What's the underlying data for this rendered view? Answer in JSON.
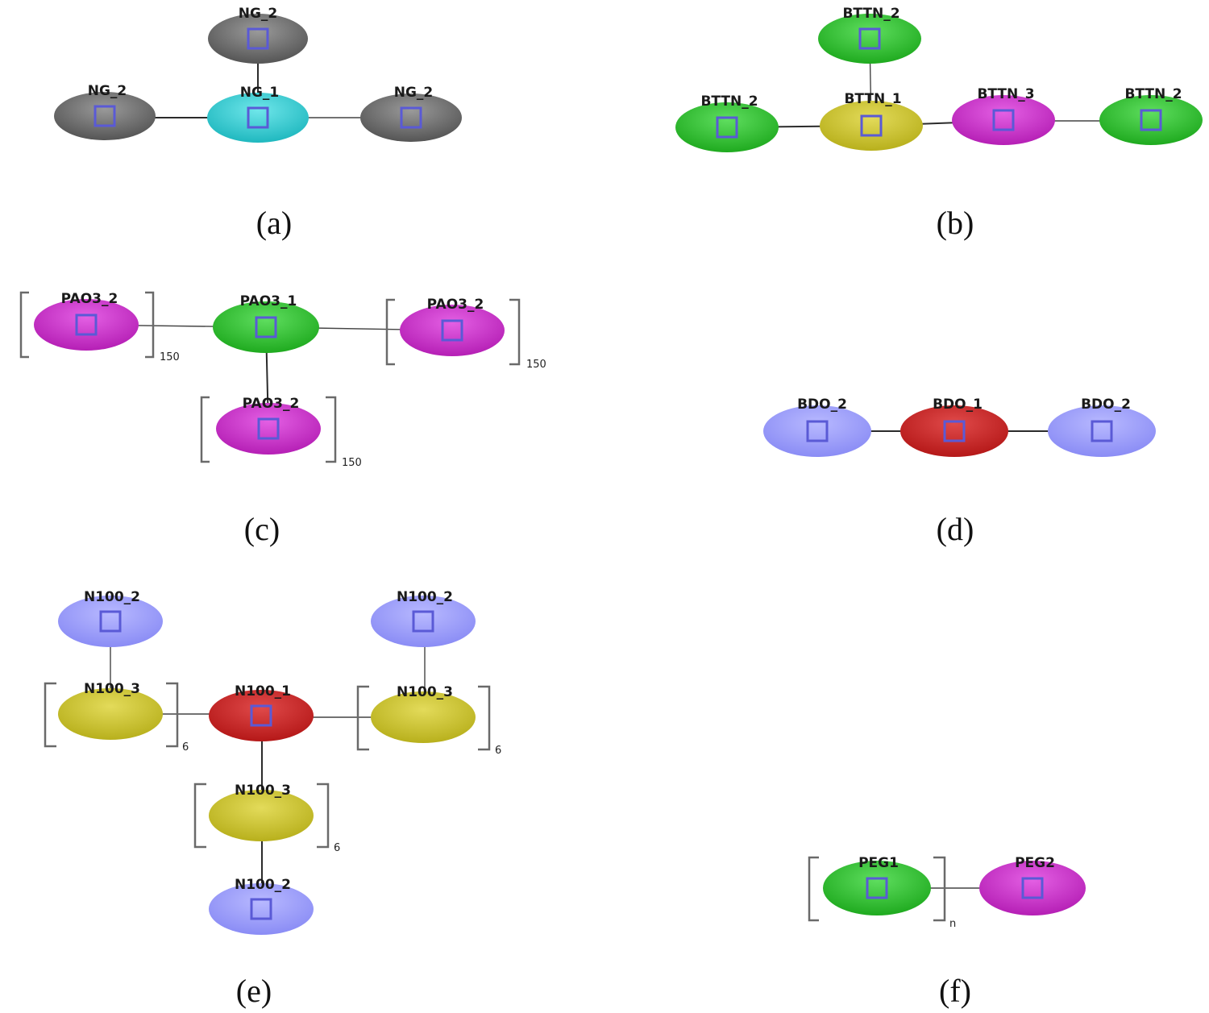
{
  "colors": {
    "gray": "#555555",
    "cyan": "#1fb8bf",
    "green": "#1faa1f",
    "yellow": "#b8b01c",
    "magenta": "#b51fb5",
    "blue": "#8a8cf5",
    "red": "#b51818",
    "bead_box": "#5a5ad6"
  },
  "panels": [
    {
      "caption": "(a)",
      "beads": [
        {
          "id": "a1",
          "label": "NG_2",
          "color": "gray"
        },
        {
          "id": "a2",
          "label": "NG_2",
          "color": "gray"
        },
        {
          "id": "a3",
          "label": "NG_1",
          "color": "cyan"
        },
        {
          "id": "a4",
          "label": "NG_2",
          "color": "gray"
        }
      ]
    },
    {
      "caption": "(b)",
      "beads": [
        {
          "id": "b1",
          "label": "BTTN_2",
          "color": "green"
        },
        {
          "id": "b2",
          "label": "BTTN_2",
          "color": "green"
        },
        {
          "id": "b3",
          "label": "BTTN_1",
          "color": "yellow"
        },
        {
          "id": "b4",
          "label": "BTTN_3",
          "color": "magenta"
        },
        {
          "id": "b5",
          "label": "BTTN_2",
          "color": "green"
        }
      ]
    },
    {
      "caption": "(c)",
      "beads": [
        {
          "id": "c1",
          "label": "PAO3_2",
          "color": "magenta"
        },
        {
          "id": "c2",
          "label": "PAO3_1",
          "color": "green"
        },
        {
          "id": "c3",
          "label": "PAO3_2",
          "color": "magenta"
        },
        {
          "id": "c4",
          "label": "PAO3_2",
          "color": "magenta"
        }
      ],
      "repeat_counts": [
        "150",
        "150",
        "150"
      ]
    },
    {
      "caption": "(d)",
      "beads": [
        {
          "id": "d1",
          "label": "BDO_2",
          "color": "blue"
        },
        {
          "id": "d2",
          "label": "BDO_1",
          "color": "red"
        },
        {
          "id": "d3",
          "label": "BDO_2",
          "color": "blue"
        }
      ]
    },
    {
      "caption": "(e)",
      "beads": [
        {
          "id": "e1",
          "label": "N100_2",
          "color": "blue"
        },
        {
          "id": "e2",
          "label": "N100_2",
          "color": "blue"
        },
        {
          "id": "e3",
          "label": "N100_3",
          "color": "yellow"
        },
        {
          "id": "e4",
          "label": "N100_1",
          "color": "red"
        },
        {
          "id": "e5",
          "label": "N100_3",
          "color": "yellow"
        },
        {
          "id": "e6",
          "label": "N100_3",
          "color": "yellow"
        },
        {
          "id": "e7",
          "label": "N100_2",
          "color": "blue"
        }
      ],
      "repeat_counts": [
        "6",
        "6",
        "6"
      ]
    },
    {
      "caption": "(f)",
      "beads": [
        {
          "id": "f1",
          "label": "PEG1",
          "color": "green"
        },
        {
          "id": "f2",
          "label": "PEG2",
          "color": "magenta"
        }
      ],
      "repeat_counts": [
        "n"
      ]
    }
  ]
}
